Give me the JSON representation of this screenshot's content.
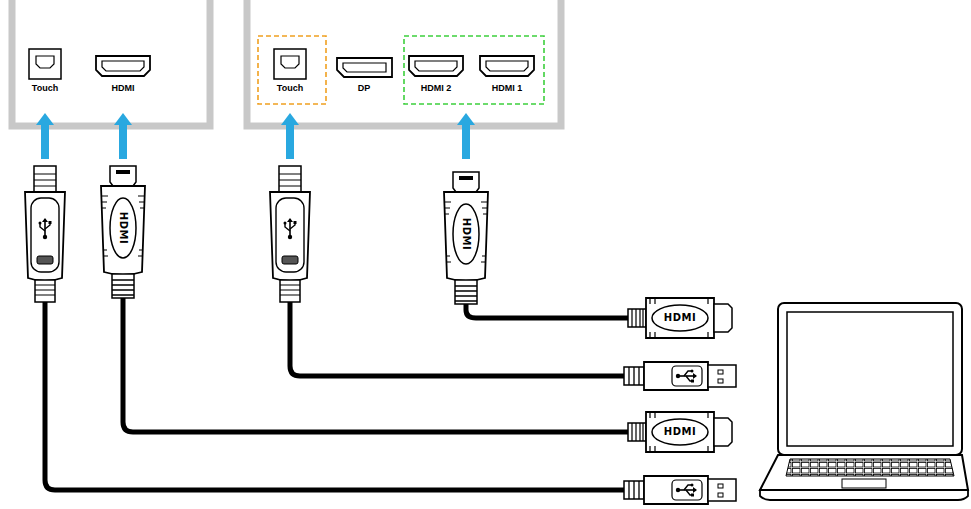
{
  "diagram": {
    "nodes": [
      {
        "text": [
          "Touch"
        ]
      },
      {
        "text": [
          "HDMI"
        ]
      },
      {
        "text": [
          "Touch"
        ]
      },
      {
        "text": [
          "DP"
        ]
      },
      {
        "text": [
          "HDMI 2"
        ]
      },
      {
        "text": [
          "HDMI 1"
        ]
      }
    ],
    "labels": [
      "HDMI",
      "HDMI",
      "HDMI",
      "HDMI"
    ]
  }
}
